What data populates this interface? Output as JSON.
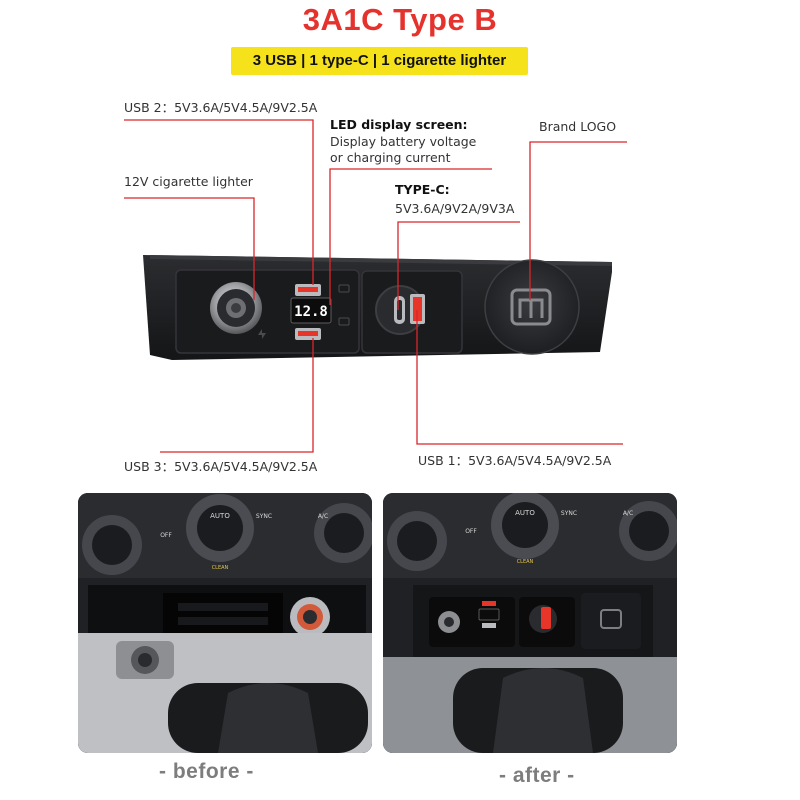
{
  "title": "3A1C Type B",
  "subtitle": "3 USB | 1 type-C | 1 cigarette lighter",
  "labels": {
    "usb2": "USB 2：5V3.6A/5V4.5A/9V2.5A",
    "led_title": "LED display screen:",
    "led_desc_1": "Display battery voltage",
    "led_desc_2": "or charging current",
    "brand_logo": "Brand LOGO",
    "lighter": "12V cigarette lighter",
    "typec_title": "TYPE-C:",
    "typec_spec": "5V3.6A/9V2A/9V3A",
    "usb3": "USB 3：5V3.6A/5V4.5A/9V2.5A",
    "usb1": "USB 1：5V3.6A/5V4.5A/9V2.5A"
  },
  "display_value": "12.8",
  "photo_labels": {
    "auto": "AUTO",
    "sync": "SYNC",
    "off": "OFF",
    "ac": "A/C",
    "clean": "CLEAN"
  },
  "captions": {
    "before": "- before -",
    "after": "- after -"
  },
  "colors": {
    "title": "#e5322d",
    "subtitle_bg": "#f5e21a",
    "leader_line": "#d9262b",
    "display_digits": "#ffffff",
    "usb_port": "#e8352a"
  },
  "icons": {
    "brand": "m-letter-logo-icon",
    "lighter": "cigarette-lighter-icon",
    "typec": "usb-c-port-icon"
  }
}
